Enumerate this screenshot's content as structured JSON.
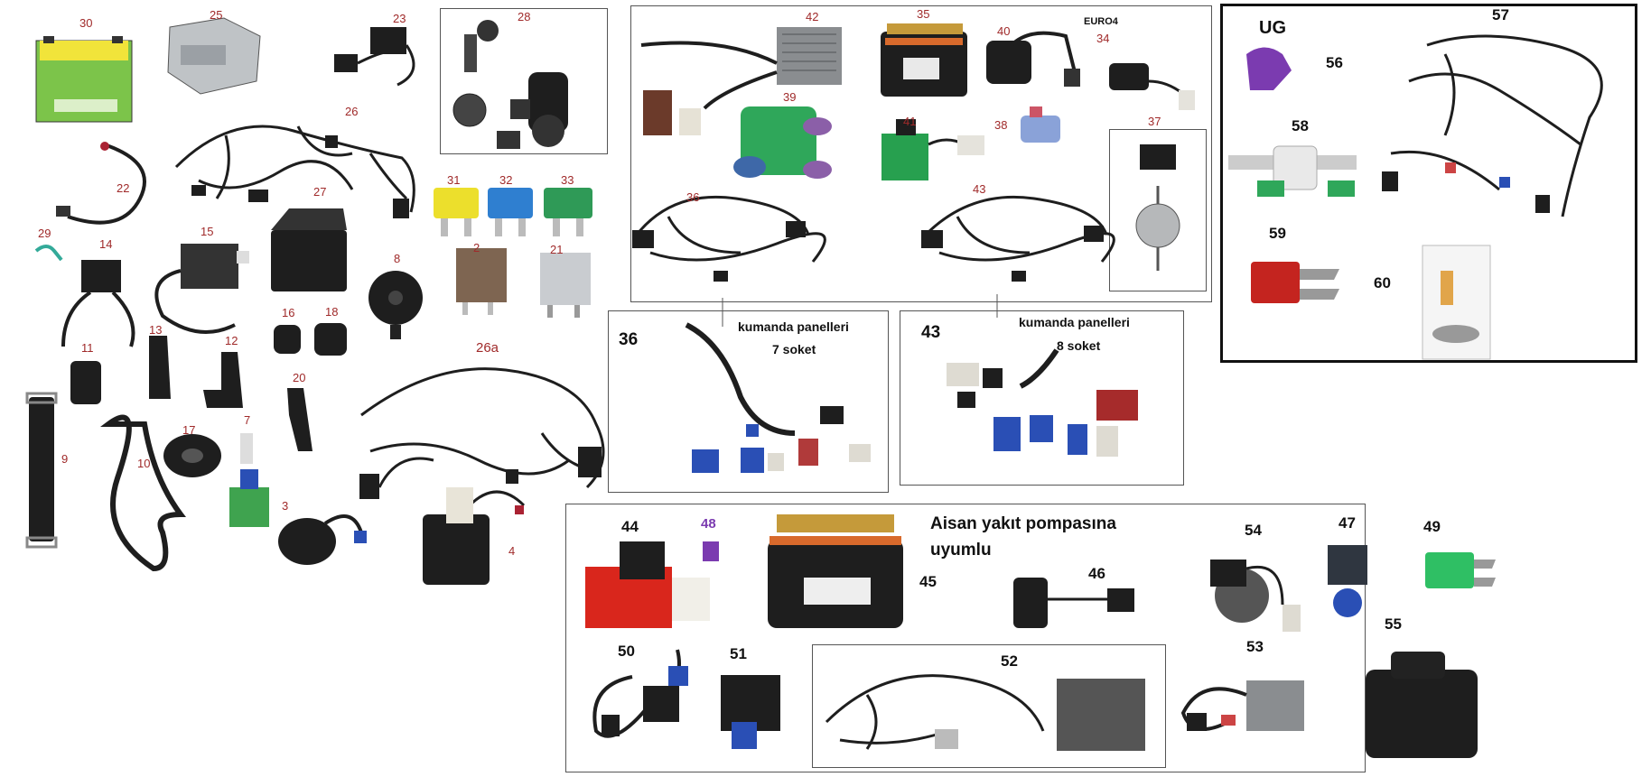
{
  "labels": {
    "p30": "30",
    "p25": "25",
    "p23": "23",
    "p28": "28",
    "p26": "26",
    "p22": "22",
    "p31": "31",
    "p32": "32",
    "p33": "33",
    "p27": "27",
    "p29": "29",
    "p14": "14",
    "p15": "15",
    "p8": "8",
    "p2": "2",
    "p21": "21",
    "p16": "16",
    "p18": "18",
    "p11": "11",
    "p13": "13",
    "p12": "12",
    "p20": "20",
    "p26a": "26a",
    "p9": "9",
    "p10": "10",
    "p17": "17",
    "p7": "7",
    "p3": "3",
    "p4": "4",
    "p42": "42",
    "p35": "35",
    "p40": "40",
    "p34": "34",
    "p39": "39",
    "p41": "41",
    "p38": "38",
    "p37": "37",
    "p36": "36",
    "p43": "43",
    "p44": "44",
    "p48": "48",
    "p45": "45",
    "p46": "46",
    "p54": "54",
    "p47": "47",
    "p49": "49",
    "p50": "50",
    "p51": "51",
    "p52": "52",
    "p53": "53",
    "p55": "55",
    "p56": "56",
    "p57": "57",
    "p58": "58",
    "p59": "59",
    "p60": "60",
    "d36": "36",
    "d43": "43"
  },
  "texts": {
    "euro4": "EURO4",
    "ug": "UG",
    "panel36_line1": "kumanda panelleri",
    "panel36_line2": "7 soket",
    "panel43_line1": "kumanda panelleri",
    "panel43_line2": "8 soket",
    "aisan_line1": "Aisan yakıt pompasına",
    "aisan_line2": "uyumlu"
  },
  "colors": {
    "battery_green": "#7cc44a",
    "battery_yellow": "#f1e43a",
    "fuse_yellow": "#ecdf2c",
    "fuse_blue": "#2f7fd0",
    "fuse_green": "#2f9a57",
    "coil_green": "#2fa75a",
    "relay_red": "#d9261c",
    "connector_blue": "#2a4fb5",
    "purple": "#7b3bb0",
    "part_black": "#1e1e1e",
    "label_red": "#a02a2a"
  }
}
